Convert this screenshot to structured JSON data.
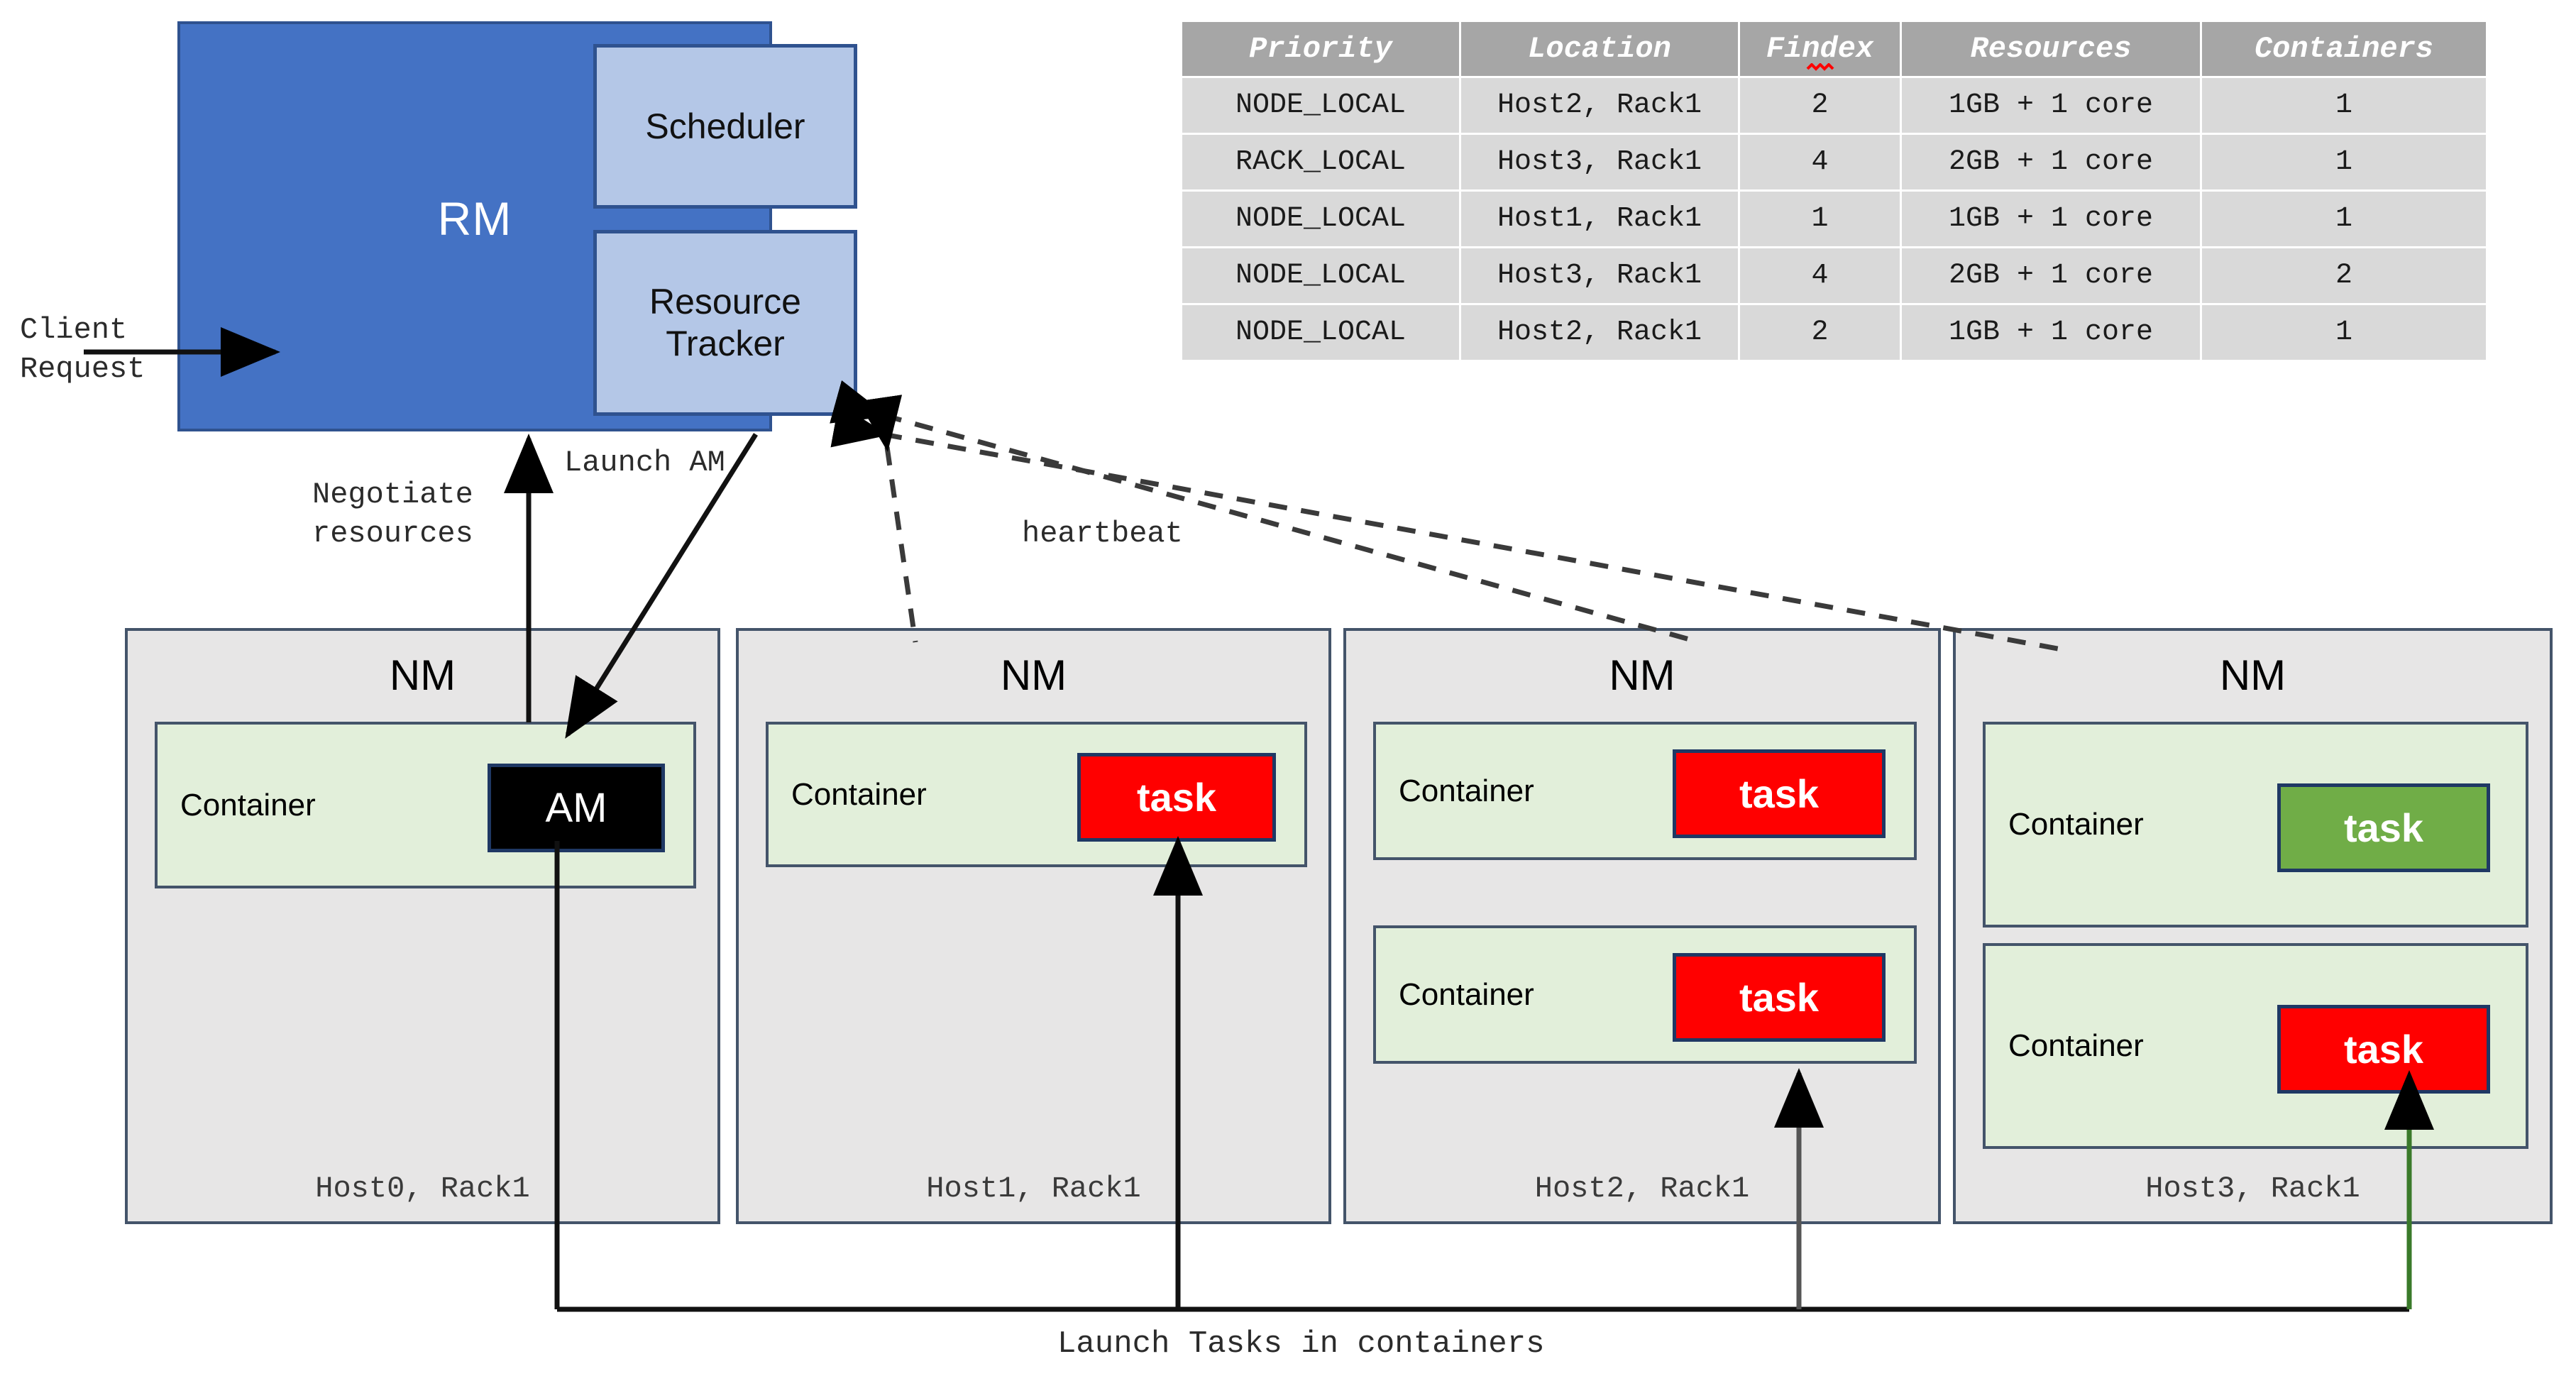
{
  "diagram": {
    "title": "YARN Resource Manager and Node Manager architecture",
    "rm": {
      "label": "RM",
      "scheduler_label": "Scheduler",
      "resource_tracker_label": "Resource\nTracker",
      "fill_color": "#4472C4",
      "sub_fill_color": "#B4C7E7",
      "border_color": "#2F528F"
    },
    "edge_labels": {
      "client_request": "Client\nRequest",
      "negotiate_resources": "Negotiate\nresources",
      "launch_am": "Launch AM",
      "heartbeat": "heartbeat",
      "launch_tasks": "Launch Tasks in containers"
    },
    "node_managers": [
      {
        "title": "NM",
        "host": "Host0, Rack1",
        "containers": [
          {
            "label": "Container",
            "chip": "AM",
            "chip_kind": "am",
            "chip_color": "#000000"
          }
        ]
      },
      {
        "title": "NM",
        "host": "Host1, Rack1",
        "containers": [
          {
            "label": "Container",
            "chip": "task",
            "chip_kind": "task-red",
            "chip_color": "#FF0000"
          }
        ]
      },
      {
        "title": "NM",
        "host": "Host2, Rack1",
        "containers": [
          {
            "label": "Container",
            "chip": "task",
            "chip_kind": "task-red",
            "chip_color": "#FF0000"
          },
          {
            "label": "Container",
            "chip": "task",
            "chip_kind": "task-red",
            "chip_color": "#FF0000"
          }
        ]
      },
      {
        "title": "NM",
        "host": "Host3, Rack1",
        "containers": [
          {
            "label": "Container",
            "chip": "task",
            "chip_kind": "task-green",
            "chip_color": "#70AD47"
          },
          {
            "label": "Container",
            "chip": "task",
            "chip_kind": "task-red",
            "chip_color": "#FF0000"
          }
        ]
      }
    ],
    "colors": {
      "nm_fill": "#E7E6E6",
      "container_fill": "#E2EFDA",
      "panel_border": "#44546A",
      "table_header": "#A6A6A6",
      "table_cell": "#D9D9D9",
      "spellcheck_red": "#FF0000"
    }
  },
  "resource_table": {
    "headers": [
      "Priority",
      "Location",
      "Findex",
      "Resources",
      "Containers"
    ],
    "spellcheck_on_header": "Findex",
    "rows": [
      [
        "NODE_LOCAL",
        "Host2, Rack1",
        "2",
        "1GB + 1 core",
        "1"
      ],
      [
        "RACK_LOCAL",
        "Host3, Rack1",
        "4",
        "2GB + 1 core",
        "1"
      ],
      [
        "NODE_LOCAL",
        "Host1, Rack1",
        "1",
        "1GB + 1 core",
        "1"
      ],
      [
        "NODE_LOCAL",
        "Host3, Rack1",
        "4",
        "2GB + 1 core",
        "2"
      ],
      [
        "NODE_LOCAL",
        "Host2, Rack1",
        "2",
        "1GB + 1 core",
        "1"
      ]
    ]
  }
}
